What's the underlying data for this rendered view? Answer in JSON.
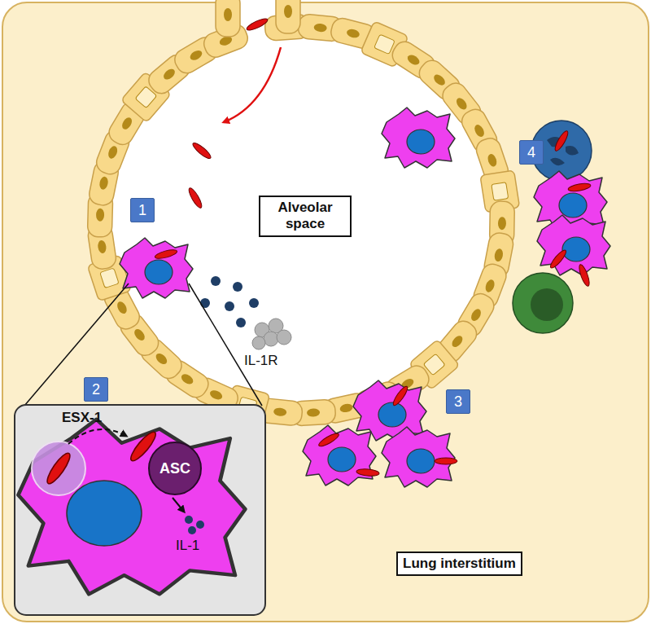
{
  "diagram": {
    "nodes": [
      {
        "text": [
          "1"
        ]
      },
      {
        "text": [
          "Alveolar space"
        ]
      },
      {
        "text": [
          "4"
        ]
      },
      {
        "text": [
          "2"
        ]
      },
      {
        "text": [
          "ASC"
        ]
      },
      {
        "text": [
          "3"
        ]
      },
      {
        "text": [
          "Lung interstitium"
        ]
      }
    ],
    "labels": [
      "IL-1R",
      "ESX-1",
      "IL-1"
    ]
  }
}
